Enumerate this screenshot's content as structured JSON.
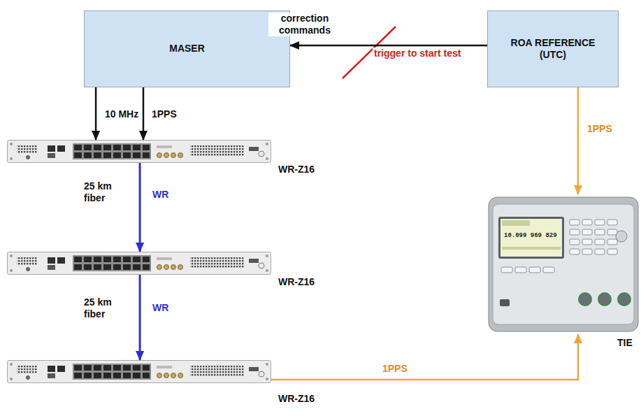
{
  "diagram": {
    "nodes": [
      {
        "text": [
          "MASER"
        ]
      },
      {
        "text": [
          "ROA REFERENCE (UTC)"
        ]
      },
      {
        "text": [
          "WR-Z16"
        ]
      },
      {
        "text": [
          "WR-Z16"
        ]
      },
      {
        "text": [
          "WR-Z16"
        ]
      },
      {
        "text": [
          "TIE"
        ]
      }
    ],
    "edges": [
      {
        "from": 1,
        "to": 0,
        "label": "correction commands",
        "arrow": "to"
      },
      {
        "from": 0,
        "to": 2,
        "label": "10 MHz",
        "arrow": "to"
      },
      {
        "from": 0,
        "to": 2,
        "label": "1PPS",
        "arrow": "to"
      },
      {
        "from": 2,
        "to": 3,
        "label": "WR",
        "arrow": "to"
      },
      {
        "from": 3,
        "to": 4,
        "label": "WR",
        "arrow": "to"
      },
      {
        "from": 4,
        "to": 5,
        "label": "1PPS",
        "arrow": "to"
      },
      {
        "from": 1,
        "to": 5,
        "label": "1PPS",
        "arrow": "to"
      }
    ],
    "labels": [
      "trigger to start test",
      "25 km fiber",
      "25 km fiber",
      "10.099 969 829"
    ]
  }
}
